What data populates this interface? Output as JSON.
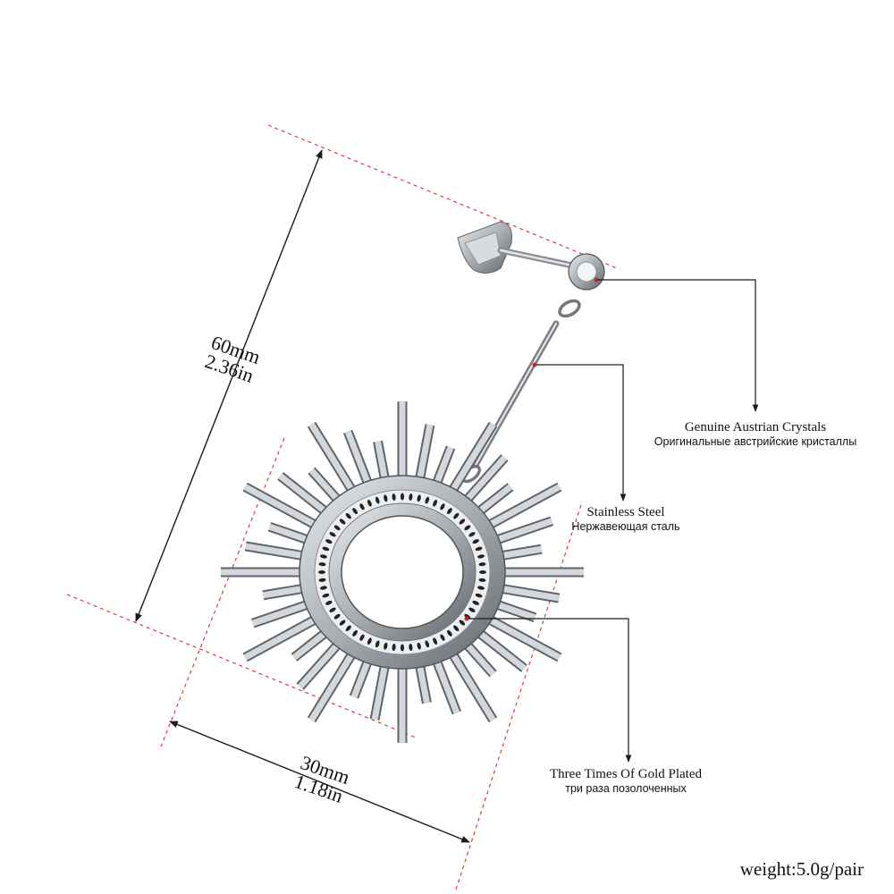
{
  "dimensions": {
    "height_mm": "60mm",
    "height_in": "2.36in",
    "width_mm": "30mm",
    "width_in": "1.18in"
  },
  "features": [
    {
      "en": "Genuine Austrian Crystals",
      "ru": "Оригинальные австрийские кристаллы"
    },
    {
      "en": "Stainless Steel",
      "ru": "Нержавеющая сталь"
    },
    {
      "en": "Three Times Of Gold Plated",
      "ru": "три раза позолоченных"
    }
  ],
  "weight": "weight:5.0g/pair",
  "colors": {
    "guide": "#e53935",
    "metal": "#b8bcc2",
    "metal_dark": "#6d7278",
    "crystal_dot": "#c62828",
    "line": "#1a1a1a"
  }
}
